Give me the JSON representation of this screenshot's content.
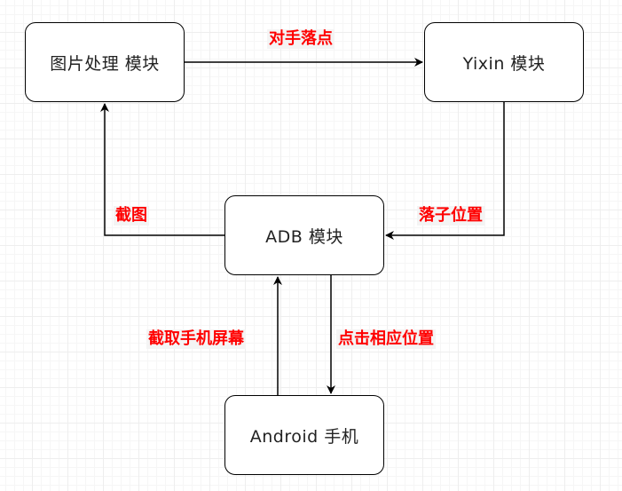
{
  "diagram": {
    "nodes": [
      {
        "id": "image",
        "label": "图片处理 模块"
      },
      {
        "id": "yixin",
        "label": "Yixin 模块"
      },
      {
        "id": "adb",
        "label": "ADB 模块"
      },
      {
        "id": "phone",
        "label": "Android 手机"
      }
    ],
    "edges": [
      {
        "from": "image",
        "to": "yixin",
        "label": "对手落点"
      },
      {
        "from": "yixin",
        "to": "adb",
        "label": "落子位置"
      },
      {
        "from": "adb",
        "to": "image",
        "label": "截图"
      },
      {
        "from": "phone",
        "to": "adb",
        "label": "截取手机屏幕"
      },
      {
        "from": "adb",
        "to": "phone",
        "label": "点击相应位置"
      }
    ],
    "colors": {
      "edge_label_text": "#ff0000",
      "edge_label_background": "#f4f4f4",
      "node_border": "#000000",
      "node_fill": "#ffffff"
    }
  }
}
